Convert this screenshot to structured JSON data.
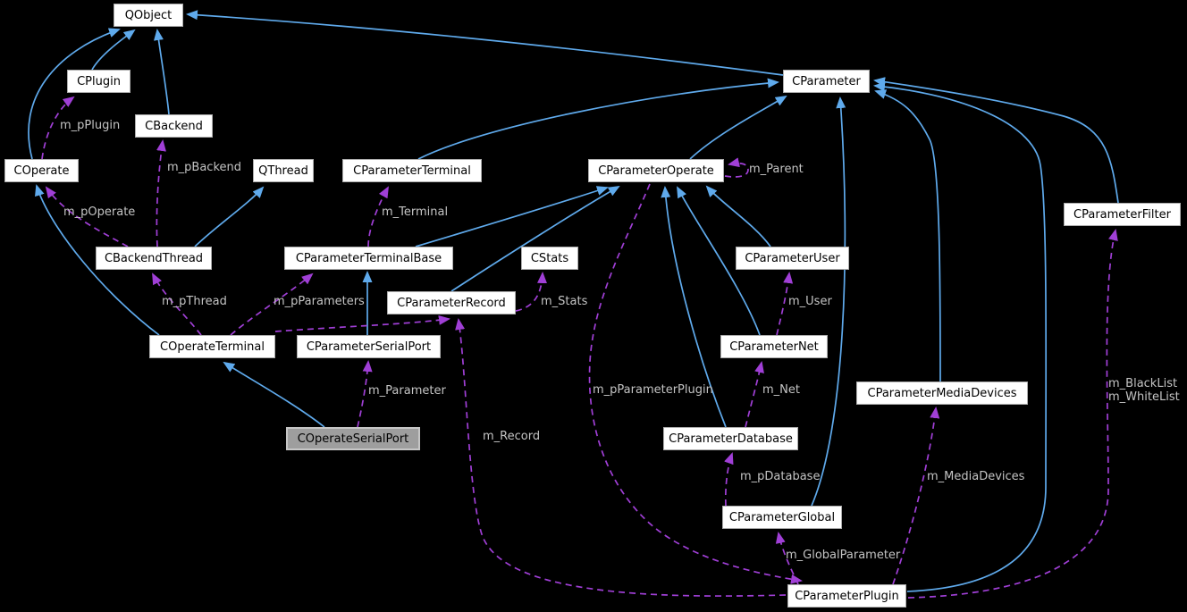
{
  "diagram": {
    "type": "doxygen-collaboration-graph",
    "focus_class": "COperateSerialPort",
    "background_color": "#000000",
    "colors": {
      "inheritance_edge": "#5FAAEC",
      "member_edge": "#A03FD6",
      "edge_label_text": "#C4C4C4",
      "node_background": "#FFFFFF",
      "node_border": "#ADADAD",
      "node_text": "#000000",
      "highlight_node_background": "#9E9E9E",
      "highlight_node_border": "#C6C6C6"
    },
    "nodes": [
      {
        "id": "qobject",
        "label": "QObject",
        "highlighted": false
      },
      {
        "id": "cplugin",
        "label": "CPlugin",
        "highlighted": false
      },
      {
        "id": "cbackend",
        "label": "CBackend",
        "highlighted": false
      },
      {
        "id": "coperate",
        "label": "COperate",
        "highlighted": false
      },
      {
        "id": "qthread",
        "label": "QThread",
        "highlighted": false
      },
      {
        "id": "cparameterterminal",
        "label": "CParameterTerminal",
        "highlighted": false
      },
      {
        "id": "cparameteroperate",
        "label": "CParameterOperate",
        "highlighted": false
      },
      {
        "id": "cparameter",
        "label": "CParameter",
        "highlighted": false
      },
      {
        "id": "cparameterfilter",
        "label": "CParameterFilter",
        "highlighted": false
      },
      {
        "id": "cbackendthread",
        "label": "CBackendThread",
        "highlighted": false
      },
      {
        "id": "cparameterterminalbase",
        "label": "CParameterTerminalBase",
        "highlighted": false
      },
      {
        "id": "cstats",
        "label": "CStats",
        "highlighted": false
      },
      {
        "id": "cparameteruser",
        "label": "CParameterUser",
        "highlighted": false
      },
      {
        "id": "cparameterrecord",
        "label": "CParameterRecord",
        "highlighted": false
      },
      {
        "id": "coperateterminal",
        "label": "COperateTerminal",
        "highlighted": false
      },
      {
        "id": "cparameterserialport",
        "label": "CParameterSerialPort",
        "highlighted": false
      },
      {
        "id": "cparameternet",
        "label": "CParameterNet",
        "highlighted": false
      },
      {
        "id": "cparametermediadevices",
        "label": "CParameterMediaDevices",
        "highlighted": false
      },
      {
        "id": "coperateserialport",
        "label": "COperateSerialPort",
        "highlighted": true
      },
      {
        "id": "cparameterdatabase",
        "label": "CParameterDatabase",
        "highlighted": false
      },
      {
        "id": "cparameterglobal",
        "label": "CParameterGlobal",
        "highlighted": false
      },
      {
        "id": "cparameterplugin",
        "label": "CParameterPlugin",
        "highlighted": false
      }
    ],
    "edges": [
      {
        "from": "CPlugin",
        "to": "QObject",
        "relation": "inheritance",
        "label": null
      },
      {
        "from": "CBackend",
        "to": "QObject",
        "relation": "inheritance",
        "label": null
      },
      {
        "from": "COperate",
        "to": "QObject",
        "relation": "inheritance",
        "label": null
      },
      {
        "from": "CParameter",
        "to": "QObject",
        "relation": "inheritance",
        "label": null
      },
      {
        "from": "CBackendThread",
        "to": "QThread",
        "relation": "inheritance",
        "label": null
      },
      {
        "from": "COperateTerminal",
        "to": "COperate",
        "relation": "inheritance",
        "label": null
      },
      {
        "from": "COperateSerialPort",
        "to": "COperateTerminal",
        "relation": "inheritance",
        "label": null
      },
      {
        "from": "CParameterSerialPort",
        "to": "CParameterTerminalBase",
        "relation": "inheritance",
        "label": null
      },
      {
        "from": "CParameterTerminalBase",
        "to": "CParameterOperate",
        "relation": "inheritance",
        "label": null
      },
      {
        "from": "CParameterTerminal",
        "to": "CParameter",
        "relation": "inheritance",
        "label": null
      },
      {
        "from": "CParameterOperate",
        "to": "CParameter",
        "relation": "inheritance",
        "label": null
      },
      {
        "from": "CParameterRecord",
        "to": "CParameterOperate",
        "relation": "inheritance",
        "label": null
      },
      {
        "from": "CParameterUser",
        "to": "CParameterOperate",
        "relation": "inheritance",
        "label": null
      },
      {
        "from": "CParameterNet",
        "to": "CParameterOperate",
        "relation": "inheritance",
        "label": null
      },
      {
        "from": "CParameterDatabase",
        "to": "CParameterOperate",
        "relation": "inheritance",
        "label": null
      },
      {
        "from": "CParameterGlobal",
        "to": "CParameter",
        "relation": "inheritance",
        "label": null
      },
      {
        "from": "CParameterMediaDevices",
        "to": "CParameter",
        "relation": "inheritance",
        "label": null
      },
      {
        "from": "CParameterPlugin",
        "to": "CParameter",
        "relation": "inheritance",
        "label": null
      },
      {
        "from": "CParameterFilter",
        "to": "CParameter",
        "relation": "inheritance",
        "label": null
      },
      {
        "from": "COperate",
        "to": "CPlugin",
        "relation": "member",
        "label": "m_pPlugin"
      },
      {
        "from": "CBackendThread",
        "to": "CBackend",
        "relation": "member",
        "label": "m_pBackend"
      },
      {
        "from": "CBackendThread",
        "to": "COperate",
        "relation": "member",
        "label": "m_pOperate"
      },
      {
        "from": "COperateTerminal",
        "to": "CBackendThread",
        "relation": "member",
        "label": "m_pThread"
      },
      {
        "from": "COperateTerminal",
        "to": "CParameterTerminalBase",
        "relation": "member",
        "label": "m_pParameters"
      },
      {
        "from": "CParameterTerminalBase",
        "to": "CParameterTerminal",
        "relation": "member",
        "label": "m_Terminal"
      },
      {
        "from": "COperateSerialPort",
        "to": "CParameterSerialPort",
        "relation": "member",
        "label": "m_Parameter"
      },
      {
        "from": "COperateTerminal",
        "to": "CParameterRecord",
        "relation": "member",
        "label": null
      },
      {
        "from": "CParameterPlugin",
        "to": "CParameterRecord",
        "relation": "member",
        "label": "m_Record"
      },
      {
        "from": "CParameterRecord",
        "to": "CStats",
        "relation": "member",
        "label": "m_Stats"
      },
      {
        "from": "CParameterNet",
        "to": "CParameterUser",
        "relation": "member",
        "label": "m_User"
      },
      {
        "from": "CParameterDatabase",
        "to": "CParameterNet",
        "relation": "member",
        "label": "m_Net"
      },
      {
        "from": "CParameterGlobal",
        "to": "CParameterDatabase",
        "relation": "member",
        "label": "m_pDatabase"
      },
      {
        "from": "CParameterPlugin",
        "to": "CParameterGlobal",
        "relation": "member",
        "label": "m_GlobalParameter"
      },
      {
        "from": "CParameterPlugin",
        "to": "CParameterMediaDevices",
        "relation": "member",
        "label": "m_MediaDevices"
      },
      {
        "from": "CParameterPlugin",
        "to": "CParameterFilter",
        "relation": "member",
        "label": "m_BlackList\nm_WhiteList"
      },
      {
        "from": "CParameterOperate",
        "to": "CParameterPlugin",
        "relation": "member",
        "label": "m_pParameterPlugin"
      },
      {
        "from": "CParameterOperate",
        "to": "CParameterOperate",
        "relation": "member",
        "label": "m_Parent"
      }
    ]
  }
}
